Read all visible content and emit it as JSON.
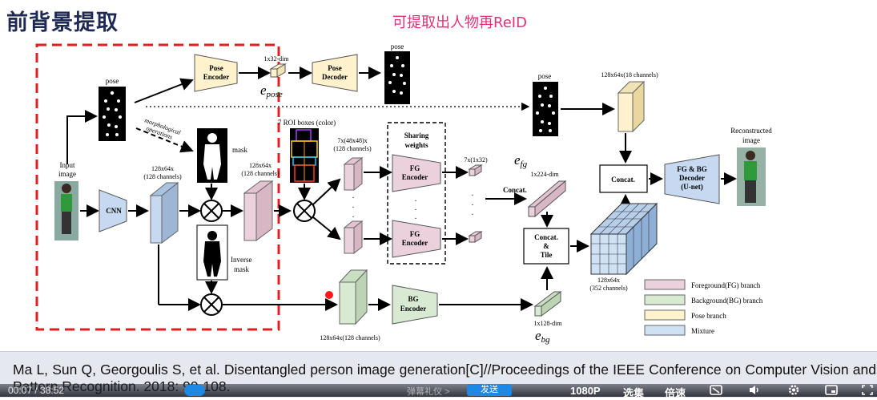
{
  "slide": {
    "title": "前背景提取",
    "note": "可提取出人物再ReID"
  },
  "diagram": {
    "input_label": [
      "Input",
      "image"
    ],
    "cnn": "CNN",
    "feat1_dim": [
      "128x64x",
      "(128 channels)"
    ],
    "pose_label_left": "pose",
    "morph_label": [
      "morphological",
      "operations"
    ],
    "mask_label": "mask",
    "inverse_mask_label": [
      "Inverse",
      "mask"
    ],
    "pose_encoder": [
      "Pose",
      "Encoder"
    ],
    "pose_dim": "1x32-dim",
    "e_pose": "e",
    "e_pose_sub": "pose",
    "pose_decoder": [
      "Pose",
      "Decoder"
    ],
    "pose_label_top": "pose",
    "roi_label": "7 ROI boxes (color)",
    "feat2_dim": [
      "128x64x",
      "(128 channels)"
    ],
    "roi_feat_dim": [
      "7x(48x48)x",
      "(128 channels)"
    ],
    "sharing_weights": [
      "Sharing",
      "weights"
    ],
    "fg_encoder": [
      "FG",
      "Encoder"
    ],
    "fg_out_dim": "7x(1x32)",
    "e_fg": "e",
    "e_fg_sub": "fg",
    "fg_vec_dim": "1x224-dim",
    "concat_label": "Concat.",
    "concat_tile": [
      "Concat.",
      "&",
      "Tile"
    ],
    "bg_feat_dim": "128x64x(128 channels)",
    "bg_encoder": [
      "BG",
      "Encoder"
    ],
    "bg_vec_dim": "1x128-dim",
    "e_bg": "e",
    "e_bg_sub": "bg",
    "pose_label_right": "pose",
    "pose_feat_dim": "128x64x(18 channels)",
    "concat_right": "Concat.",
    "decoder": [
      "FG & BG",
      "Decoder",
      "(U-net)"
    ],
    "recon_label": [
      "Reconstructed",
      "image"
    ],
    "cube_dim": [
      "128x64x",
      "(352 channels)"
    ],
    "legend": [
      {
        "label": "Foreground(FG) branch",
        "color": "#ead1dc"
      },
      {
        "label": "Background(BG) branch",
        "color": "#d9ead3"
      },
      {
        "label": "Pose branch",
        "color": "#fff2cc"
      },
      {
        "label": "Mixture",
        "color": "#cfe2f3"
      }
    ],
    "colors": {
      "dashed_box": "#e02020",
      "red_dot": "#ff1a1a",
      "fg": "#ead1dc",
      "bg": "#d9ead3",
      "pose": "#fff2cc",
      "mixture": "#cfe2f3"
    }
  },
  "citation": "Ma L, Sun Q, Georgoulis S, et al. Disentangled person image generation[C]//Proceedings of the IEEE Conference on Computer Vision and Pattern Recognition. 2018: 99-108.",
  "player": {
    "time": "00:07 / 38:52",
    "danmu_hint": "弹幕礼仪 >",
    "send": "发送",
    "quality": "1080P",
    "select": "选集",
    "speed": "倍速"
  }
}
